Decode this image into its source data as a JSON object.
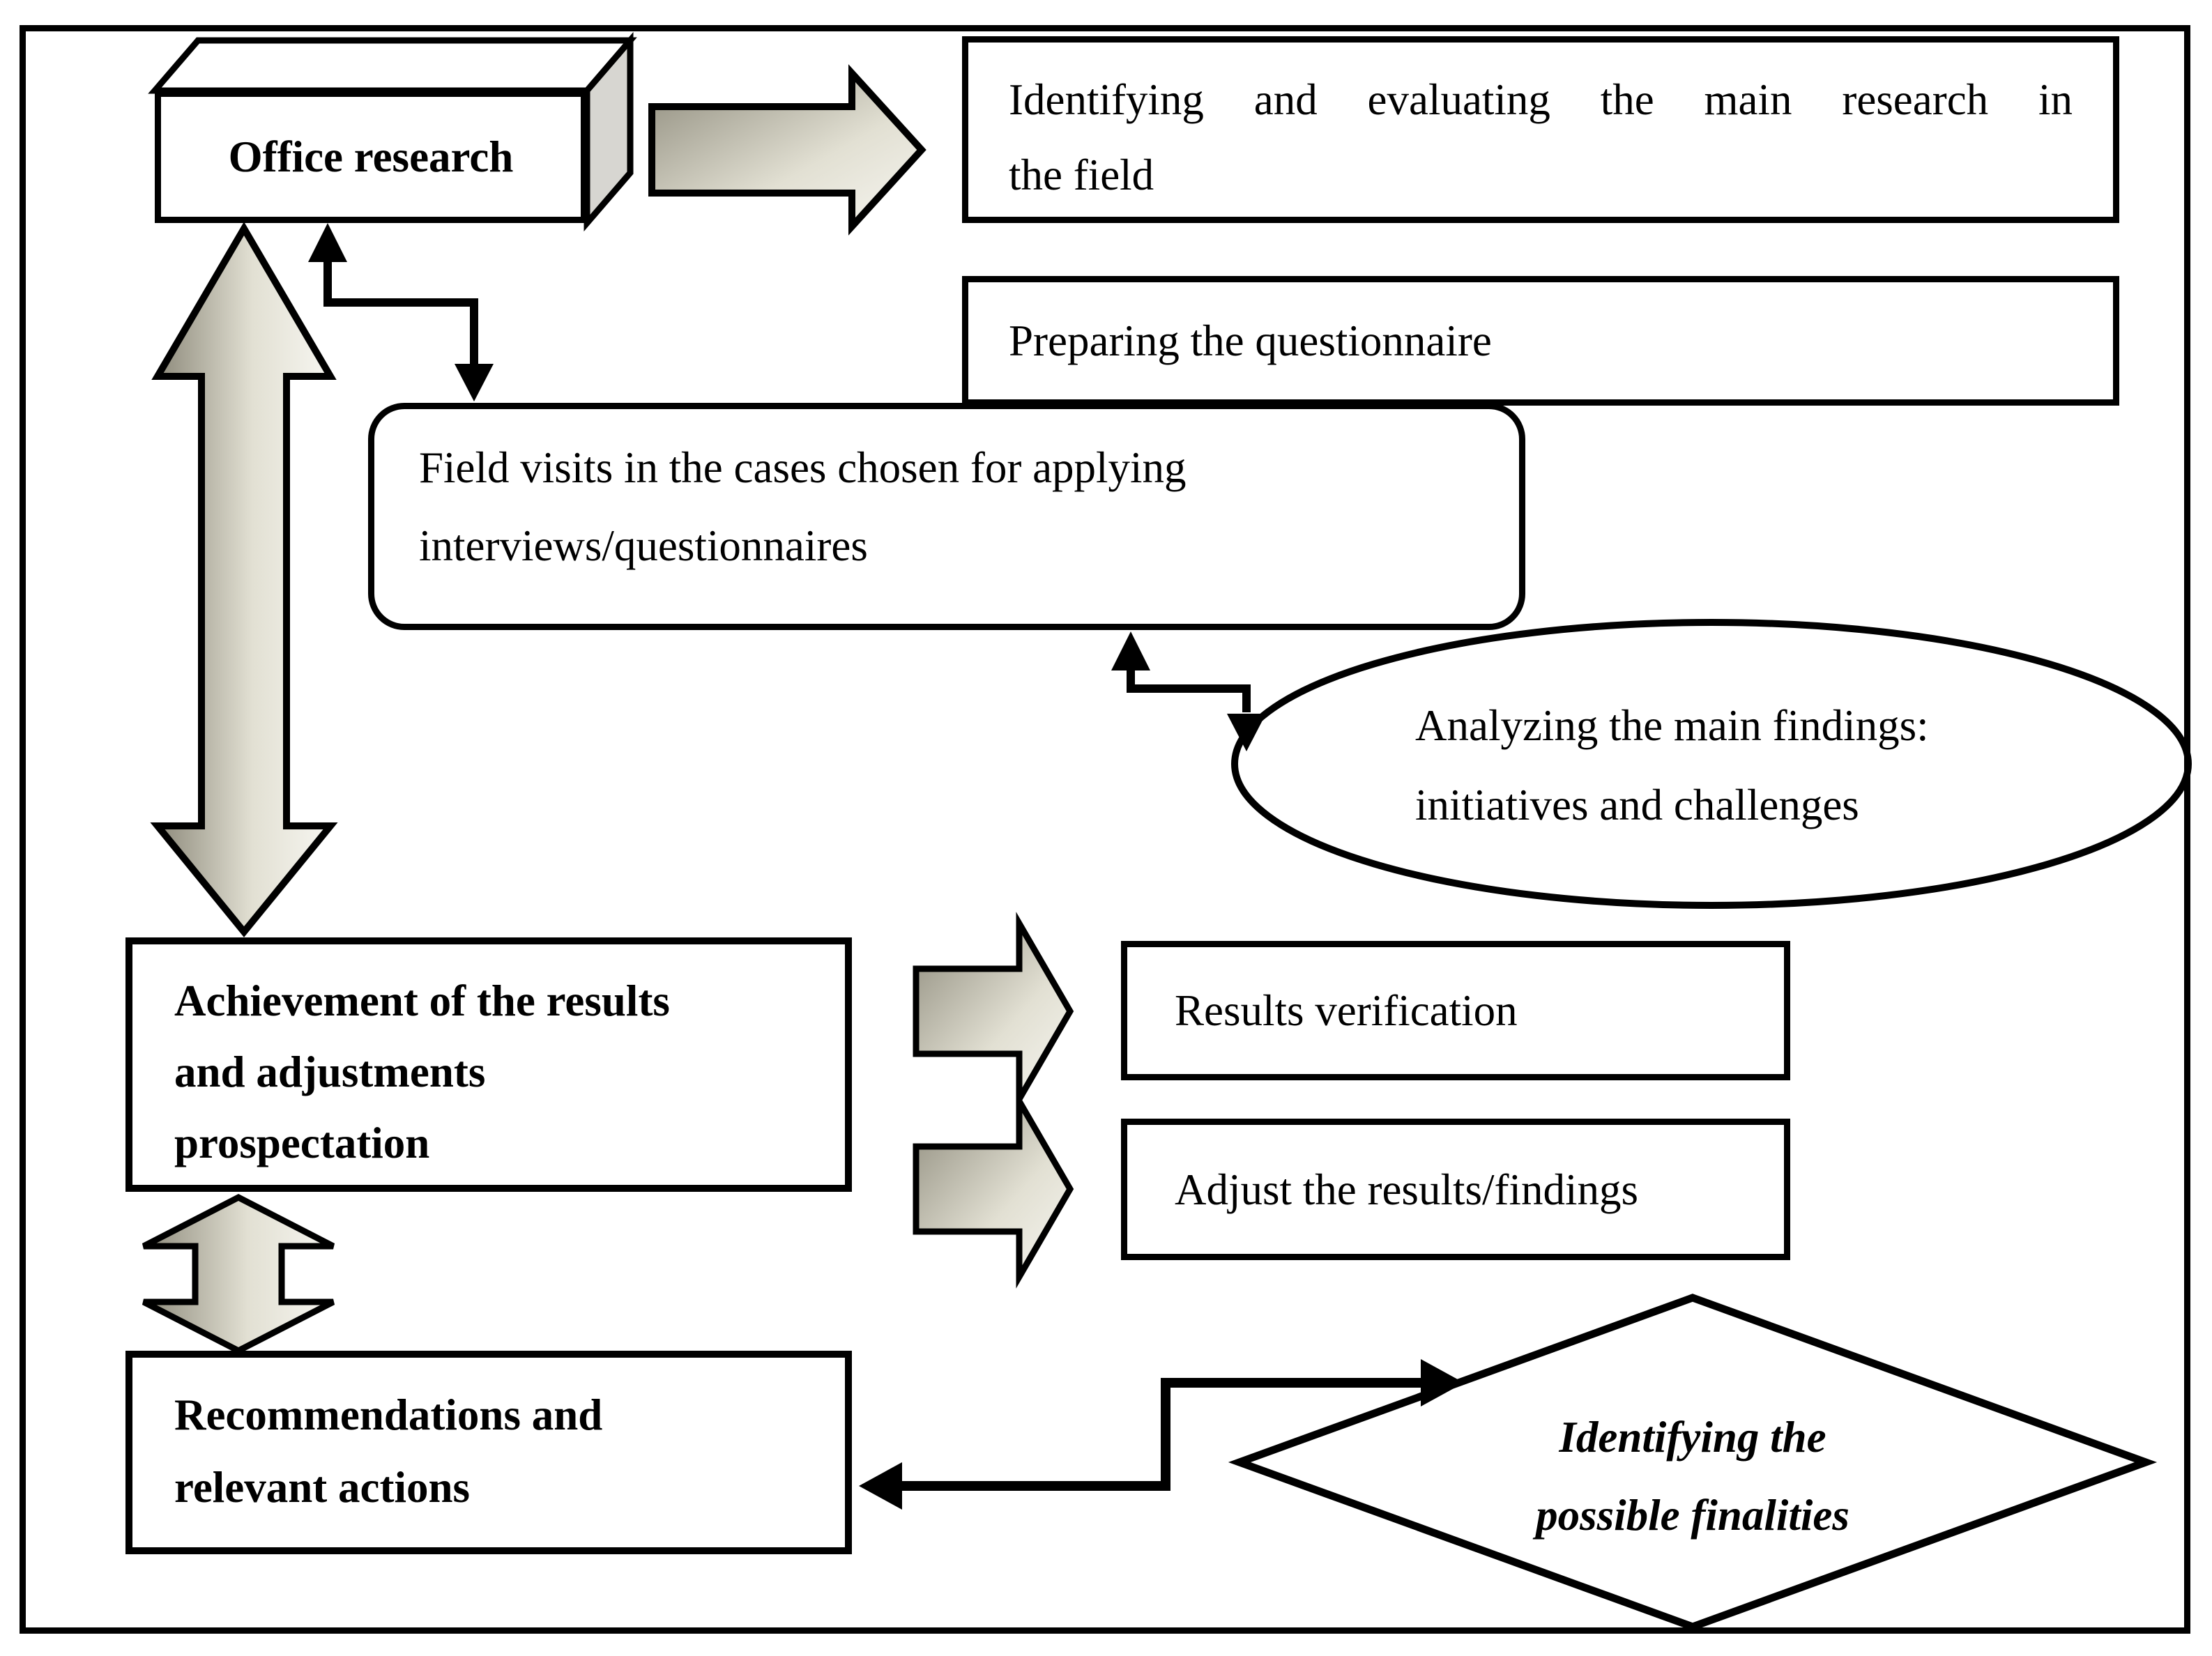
{
  "colors": {
    "outline": "#000000",
    "background": "#ffffff",
    "arrow_gradient_dark": "#8e8b7c",
    "arrow_gradient_mid": "#e2e0d3",
    "arrow_gradient_light": "#f7f6f1",
    "box_side_shade": "#d7d6d1"
  },
  "nodes": {
    "office_research": {
      "label": "Office research"
    },
    "identifying_research": {
      "line1": "Identifying and evaluating the main research in",
      "line2": "the field"
    },
    "preparing_questionnaire": {
      "label": "Preparing the questionnaire"
    },
    "field_visits": {
      "line1": "Field visits in the cases chosen for applying",
      "line2": "interviews/questionnaires"
    },
    "analyzing_findings": {
      "line1": "Analyzing the main findings:",
      "line2": "initiatives and challenges"
    },
    "achievement": {
      "line1": "Achievement of the results",
      "line2": "and adjustments",
      "line3": "prospectation"
    },
    "results_verification": {
      "label": "Results verification"
    },
    "adjust_results": {
      "label": "Adjust the results/findings"
    },
    "recommendations": {
      "line1": "Recommendations and",
      "line2": "relevant actions"
    },
    "identifying_finalities": {
      "line1": "Identifying the",
      "line2": "possible finalities"
    }
  }
}
